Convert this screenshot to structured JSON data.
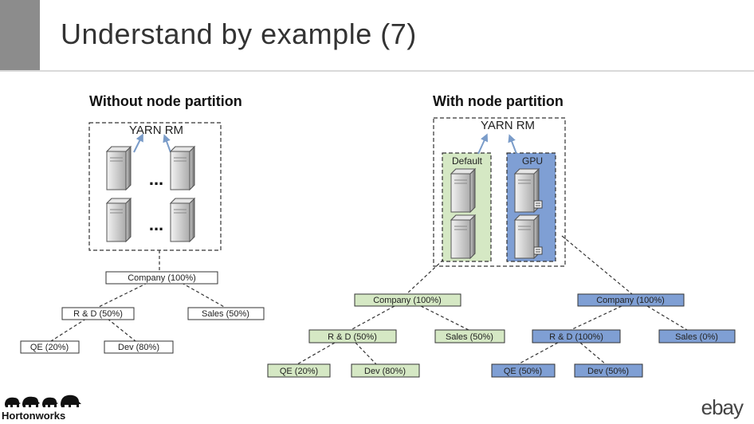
{
  "slide": {
    "title": "Understand by example (7)"
  },
  "left": {
    "heading": "Without node partition",
    "rm_label": "YARN RM",
    "ellipsis": "...",
    "queues": {
      "root": "Company (100%)",
      "rd": "R & D (50%)",
      "sales": "Sales (50%)",
      "qe": "QE (20%)",
      "dev": "Dev (80%)"
    }
  },
  "right": {
    "heading": "With node partition",
    "rm_label": "YARN RM",
    "partitions": {
      "default": "Default",
      "gpu": "GPU"
    },
    "default_queues": {
      "root": "Company (100%)",
      "rd": "R & D (50%)",
      "sales": "Sales (50%)",
      "qe": "QE (20%)",
      "dev": "Dev (80%)"
    },
    "gpu_queues": {
      "root": "Company (100%)",
      "rd": "R & D (100%)",
      "sales": "Sales (0%)",
      "qe": "QE (50%)",
      "dev": "Dev (50%)"
    }
  },
  "colors": {
    "accent": "#8c8c8c",
    "default_fill": "#d5e8c4",
    "default_stroke": "#6f9a4a",
    "gpu_fill": "#7f9fd4",
    "gpu_stroke": "#3c5c9c",
    "arrow": "#7a9cc9"
  },
  "footer": {
    "left_logo": "Hortonworks",
    "right_logo": "ebay"
  }
}
